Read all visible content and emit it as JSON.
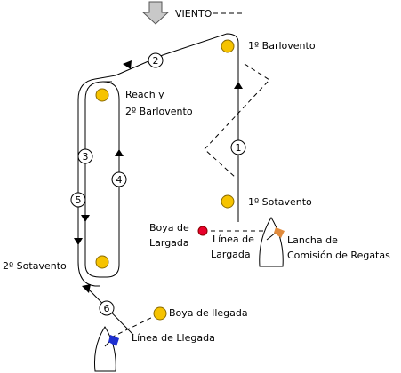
{
  "labels": {
    "wind": "VIENTO",
    "barlovento1": "1º Barlovento",
    "reach_line1": "Reach y",
    "reach_line2": "2º Barlovento",
    "sotavento1": "1º Sotavento",
    "sotavento2": "2º Sotavento",
    "start_buoy_line1": "Boya de",
    "start_buoy_line2": "Largada",
    "start_line_line1": "Línea de",
    "start_line_line2": "Largada",
    "committee_line1": "Lancha de",
    "committee_line2": "Comisión de Regatas",
    "finish_buoy": "Boya de llegada",
    "finish_line": "Línea de Llegada"
  },
  "legs": [
    "1",
    "2",
    "3",
    "4",
    "5",
    "6"
  ],
  "colors": {
    "buoy": "#f6c300",
    "start_buoy": "#e8002b",
    "committee_flag": "#e08a3c",
    "finish_flag": "#1e2fd0",
    "wind_arrow": "#c8c8c8"
  }
}
